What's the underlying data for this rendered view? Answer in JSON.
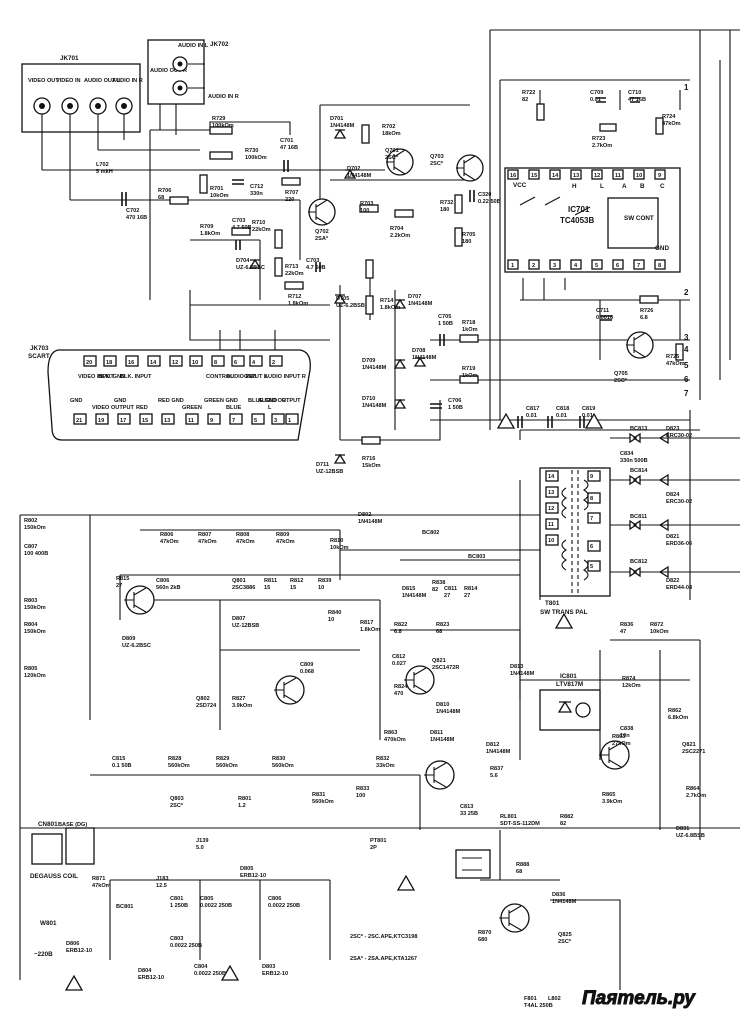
{
  "connectors": {
    "jk701": {
      "ref": "JK701",
      "pins": [
        "VIDEO OUT",
        "VIDEO IN",
        "AUDIO OUT L",
        "AUDIO IN R"
      ]
    },
    "jk702": {
      "ref": "JK702",
      "audio_in_l": "AUDIO IN L",
      "audio_out_r": "AUDIO OUT R",
      "audio_in_r": "AUDIO IN R"
    },
    "jk703": {
      "ref": "JK703",
      "subtitle": "SCART",
      "top_pins": [
        {
          "num": "20",
          "label": "VIDEO INPUT"
        },
        {
          "num": "18",
          "label": "BLK. GND"
        },
        {
          "num": "16",
          "label": "BLK. INPUT"
        },
        {
          "num": "14",
          "label": ""
        },
        {
          "num": "12",
          "label": ""
        },
        {
          "num": "10",
          "label": ""
        },
        {
          "num": "8",
          "label": "CONTROL"
        },
        {
          "num": "6",
          "label": "AUDIO INPUT L"
        },
        {
          "num": "4",
          "label": "GND"
        },
        {
          "num": "2",
          "label": "AUDIO INPUT R"
        }
      ],
      "bottom_pins": [
        {
          "num": "21",
          "label": "GND"
        },
        {
          "num": "19",
          "label": "VIDEO OUTPUT"
        },
        {
          "num": "17",
          "label": "GND"
        },
        {
          "num": "15",
          "label": "RED"
        },
        {
          "num": "13",
          "label": "RED GND"
        },
        {
          "num": "11",
          "label": "GREEN"
        },
        {
          "num": "9",
          "label": "GREEN GND"
        },
        {
          "num": "7",
          "label": "BLUE"
        },
        {
          "num": "5",
          "label": "BLUE GND"
        },
        {
          "num": "3",
          "label": "L"
        },
        {
          "num": "1",
          "label": "R"
        }
      ],
      "audio_output": "AUDIO OUTPUT"
    }
  },
  "ics": {
    "ic701": {
      "ref": "IC701",
      "part": "TC4053B",
      "sw": "SW CONT",
      "vcc": "VCC",
      "gnd": "GND",
      "top_pins": [
        "16",
        "15",
        "14",
        "13",
        "12",
        "11",
        "10",
        "9"
      ],
      "bottom_pins": [
        "1",
        "2",
        "3",
        "4",
        "5",
        "6",
        "7",
        "8"
      ],
      "ch_h": "H",
      "ch_l": "L",
      "ch_a": "A",
      "ch_b": "B",
      "ch_c": "C"
    },
    "ic801": {
      "ref": "IC801",
      "part": "LTV817M"
    }
  },
  "transformer": {
    "ref": "T801",
    "part": "SW TRANS PAL",
    "pins": [
      "14",
      "13",
      "12",
      "11",
      "10",
      "9",
      "8",
      "7",
      "6",
      "5"
    ]
  },
  "components": [
    {
      "ref": "R729",
      "val": "100kOm"
    },
    {
      "ref": "R730",
      "val": "100kOm"
    },
    {
      "ref": "C701",
      "val": "47 16B"
    },
    {
      "ref": "L702",
      "val": "5 mkH"
    },
    {
      "ref": "R701",
      "val": "10kOm"
    },
    {
      "ref": "C712",
      "val": "330n"
    },
    {
      "ref": "R706",
      "val": "68"
    },
    {
      "ref": "C702",
      "val": "470 16B"
    },
    {
      "ref": "R707",
      "val": "220"
    },
    {
      "ref": "D702",
      "val": "1N4148M"
    },
    {
      "ref": "R703",
      "val": "100"
    },
    {
      "ref": "D701",
      "val": "1N4148M"
    },
    {
      "ref": "R702",
      "val": "18kOm"
    },
    {
      "ref": "Q701",
      "val": "2SC*"
    },
    {
      "ref": "Q702",
      "val": "2SA*"
    },
    {
      "ref": "R704",
      "val": "2.2kOm"
    },
    {
      "ref": "Q703",
      "val": "2SC*"
    },
    {
      "ref": "R732",
      "val": "180"
    },
    {
      "ref": "C320",
      "val": "0.22 50B"
    },
    {
      "ref": "R705",
      "val": "180"
    },
    {
      "ref": "R709",
      "val": "1.8kOm"
    },
    {
      "ref": "C703",
      "val": "4.7 50B"
    },
    {
      "ref": "R710",
      "val": "22kOm"
    },
    {
      "ref": "D704",
      "val": "UZ-6.2BSC"
    },
    {
      "ref": "R713",
      "val": "22kOm"
    },
    {
      "ref": "C703",
      "val": "4.7 50B"
    },
    {
      "ref": "R712",
      "val": "1.8kOm"
    },
    {
      "ref": "D705",
      "val": "UZ-6.2BSB"
    },
    {
      "ref": "R714",
      "val": "1.8kOm"
    },
    {
      "ref": "D707",
      "val": "1N4148M"
    },
    {
      "ref": "C705",
      "val": "1 50B"
    },
    {
      "ref": "R718",
      "val": "1kOm"
    },
    {
      "ref": "D709",
      "val": "1N4148M"
    },
    {
      "ref": "D708",
      "val": "1N4148M"
    },
    {
      "ref": "R719",
      "val": "1kOm"
    },
    {
      "ref": "D710",
      "val": "1N4148M"
    },
    {
      "ref": "C706",
      "val": "1 50B"
    },
    {
      "ref": "D711",
      "val": "UZ-12BSB"
    },
    {
      "ref": "R716",
      "val": "15kOm"
    },
    {
      "ref": "R722",
      "val": "82"
    },
    {
      "ref": "C709",
      "val": "0.01"
    },
    {
      "ref": "C710",
      "val": "47 16B"
    },
    {
      "ref": "R723",
      "val": "2.7kOm"
    },
    {
      "ref": "R724",
      "val": "47kOm"
    },
    {
      "ref": "C711",
      "val": "0.0018"
    },
    {
      "ref": "R726",
      "val": "6.8"
    },
    {
      "ref": "Q705",
      "val": "2SC*"
    },
    {
      "ref": "R725",
      "val": "47kOm"
    },
    {
      "ref": "C817",
      "val": "0.01"
    },
    {
      "ref": "C818",
      "val": "0.01"
    },
    {
      "ref": "C819",
      "val": "0.01"
    },
    {
      "ref": "BC813",
      "val": ""
    },
    {
      "ref": "D823",
      "val": "ERC30-02"
    },
    {
      "ref": "C834",
      "val": "330n 500B"
    },
    {
      "ref": "BC814",
      "val": ""
    },
    {
      "ref": "D824",
      "val": "ERC30-02"
    },
    {
      "ref": "BC811",
      "val": ""
    },
    {
      "ref": "D821",
      "val": "ERD36-06"
    },
    {
      "ref": "BC812",
      "val": ""
    },
    {
      "ref": "D822",
      "val": "ERD44-04"
    },
    {
      "ref": "R802",
      "val": "150kOm"
    },
    {
      "ref": "C807",
      "val": "100 400B"
    },
    {
      "ref": "R803",
      "val": "150kOm"
    },
    {
      "ref": "R804",
      "val": "150kOm"
    },
    {
      "ref": "R805",
      "val": "120kOm"
    },
    {
      "ref": "R806",
      "val": "47kOm"
    },
    {
      "ref": "R807",
      "val": "47kOm"
    },
    {
      "ref": "R808",
      "val": "47kOm"
    },
    {
      "ref": "R809",
      "val": "47kOm"
    },
    {
      "ref": "R810",
      "val": "10kOm"
    },
    {
      "ref": "D802",
      "val": "1N4148M"
    },
    {
      "ref": "BC802",
      "val": ""
    },
    {
      "ref": "BC803",
      "val": ""
    },
    {
      "ref": "R838",
      "val": "82"
    },
    {
      "ref": "D815",
      "val": "1N4148M"
    },
    {
      "ref": "C811",
      "val": "27"
    },
    {
      "ref": "R814",
      "val": "27"
    },
    {
      "ref": "R815",
      "val": "27"
    },
    {
      "ref": "C806",
      "val": "560n 2kB"
    },
    {
      "ref": "Q801",
      "val": "2SC3886"
    },
    {
      "ref": "R811",
      "val": "15"
    },
    {
      "ref": "R812",
      "val": "15"
    },
    {
      "ref": "R839",
      "val": "10"
    },
    {
      "ref": "R840",
      "val": "10"
    },
    {
      "ref": "R817",
      "val": "1.8kOm"
    },
    {
      "ref": "R822",
      "val": "6.8"
    },
    {
      "ref": "R823",
      "val": "68"
    },
    {
      "ref": "D809",
      "val": "UZ-6.2BSC"
    },
    {
      "ref": "D807",
      "val": "UZ-12BSB"
    },
    {
      "ref": "C809",
      "val": "0.068"
    },
    {
      "ref": "Q802",
      "val": "2SD724"
    },
    {
      "ref": "R827",
      "val": "3.9kOm"
    },
    {
      "ref": "C812",
      "val": "0.027"
    },
    {
      "ref": "R824",
      "val": "470"
    },
    {
      "ref": "Q821",
      "val": "2SC1472R"
    },
    {
      "ref": "D810",
      "val": "1N4148M"
    },
    {
      "ref": "D813",
      "val": "1N4148M"
    },
    {
      "ref": "R836",
      "val": "47"
    },
    {
      "ref": "R872",
      "val": "10kOm"
    },
    {
      "ref": "R874",
      "val": "12kOm"
    },
    {
      "ref": "R862",
      "val": "6.8kOm"
    },
    {
      "ref": "R863",
      "val": "27kOm"
    },
    {
      "ref": "C838",
      "val": "10n"
    },
    {
      "ref": "Q821",
      "val": "2SC2271"
    },
    {
      "ref": "R864",
      "val": "2.7kOm"
    },
    {
      "ref": "R865",
      "val": "3.9kOm"
    },
    {
      "ref": "D831",
      "val": "UZ-6.8BSB"
    },
    {
      "ref": "R863",
      "val": "470kOm"
    },
    {
      "ref": "D811",
      "val": "1N4148M"
    },
    {
      "ref": "D812",
      "val": "1N4148M"
    },
    {
      "ref": "R837",
      "val": "5.6"
    },
    {
      "ref": "C815",
      "val": "0.1 50B"
    },
    {
      "ref": "R828",
      "val": "560kOm"
    },
    {
      "ref": "R829",
      "val": "560kOm"
    },
    {
      "ref": "R830",
      "val": "560kOm"
    },
    {
      "ref": "R831",
      "val": "560kOm"
    },
    {
      "ref": "R832",
      "val": "33kOm"
    },
    {
      "ref": "R833",
      "val": "100"
    },
    {
      "ref": "C813",
      "val": "33 25B"
    },
    {
      "ref": "Q803",
      "val": "2SC*"
    },
    {
      "ref": "R801",
      "val": "1.2"
    },
    {
      "ref": "J139",
      "val": "5.0"
    },
    {
      "ref": "PT801",
      "val": "2P"
    },
    {
      "ref": "RL801",
      "val": "SDT-SS-112DM"
    },
    {
      "ref": "R882",
      "val": "82"
    },
    {
      "ref": "R888",
      "val": "68"
    },
    {
      "ref": "D836",
      "val": "1N4148M"
    },
    {
      "ref": "R870",
      "val": "680"
    },
    {
      "ref": "Q825",
      "val": "2SC*"
    },
    {
      "ref": "R871",
      "val": "47kOm"
    },
    {
      "ref": "J183",
      "val": "12.5"
    },
    {
      "ref": "BC801",
      "val": ""
    },
    {
      "ref": "C801",
      "val": "1 250B"
    },
    {
      "ref": "C805",
      "val": "0.0022 250B"
    },
    {
      "ref": "C803",
      "val": "0.0022 250B"
    },
    {
      "ref": "C806",
      "val": "0.0022 250B"
    },
    {
      "ref": "C804",
      "val": "0.0022 250B"
    },
    {
      "ref": "D805",
      "val": "ERB12-10"
    },
    {
      "ref": "D803",
      "val": "ERB12-10"
    },
    {
      "ref": "D806",
      "val": "ERB12-10"
    },
    {
      "ref": "D804",
      "val": "ERB12-10"
    },
    {
      "ref": "F801",
      "val": "T4AL 250B"
    },
    {
      "ref": "L802",
      "val": ""
    }
  ],
  "power_input": {
    "cn": "CN801",
    "base": "BASE (DG)",
    "degauss": "DEGAUSS COIL",
    "w801": "W801",
    "mains": "~220B"
  },
  "notes": [
    "2SC* - 2SC.APE,KTC3198",
    "2SA* - 2SA.APE,KTA1267"
  ],
  "off_sheet": [
    "1",
    "2",
    "3",
    "4",
    "5",
    "6",
    "7"
  ],
  "watermark": "Паятель.ру"
}
